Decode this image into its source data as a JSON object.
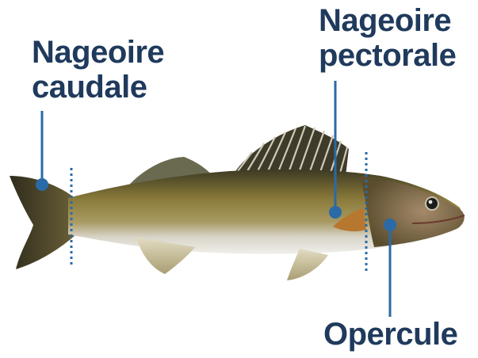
{
  "labels": {
    "caudale": [
      "Nageoire",
      "caudale"
    ],
    "pectorale": [
      "Nageoire",
      "pectorale"
    ],
    "opercule": "Opercule"
  },
  "colors": {
    "label_text": "#1f3a5c",
    "leader_line": "#2a6aa6",
    "fish_back": "#4a4527",
    "fish_body": "#8a7a3a",
    "fish_belly": "#d7d2c4",
    "fin": "#c9c3a7"
  },
  "image": "walleye-fish-photo"
}
